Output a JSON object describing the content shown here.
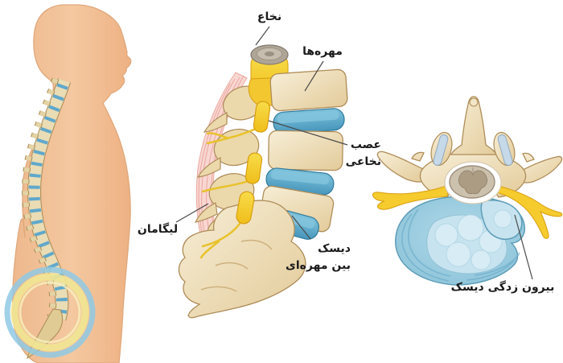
{
  "labels": {
    "spinal_cord": "نخاع",
    "vertebrae": "مهره‌ها",
    "spinal_nerve": {
      "line1": "عصب",
      "line2": "نخاعی"
    },
    "ligament": "لیگامان",
    "intervertebral_disc": {
      "line1": "دیسک",
      "line2": "بین مهره‌ای"
    },
    "disc_herniation": "بیرون زدگی دیسک"
  },
  "colors": {
    "background": "#ffffff",
    "skin": "#f2c19a",
    "bone_light": "#f7eed6",
    "bone_dark": "#e3cb9a",
    "bone_outline": "#a98a55",
    "disc_blue": "#4e9fc4",
    "disc_blue_light": "#85c6dd",
    "axial_disc_blue": "#9ccfe0",
    "nerve_yellow": "#f5cb2e",
    "nerve_yellow_dark": "#d89e12",
    "cord_grey": "#b5ac9e",
    "ligament_pink": "#f8d7d2",
    "ligament_stripe": "#e99e96",
    "highlight_ring_blue": "#8fc9e4",
    "highlight_ring_yellow": "#f1e694",
    "label_text": "#1a1a1a",
    "leader_line": "#4a4a4a"
  }
}
